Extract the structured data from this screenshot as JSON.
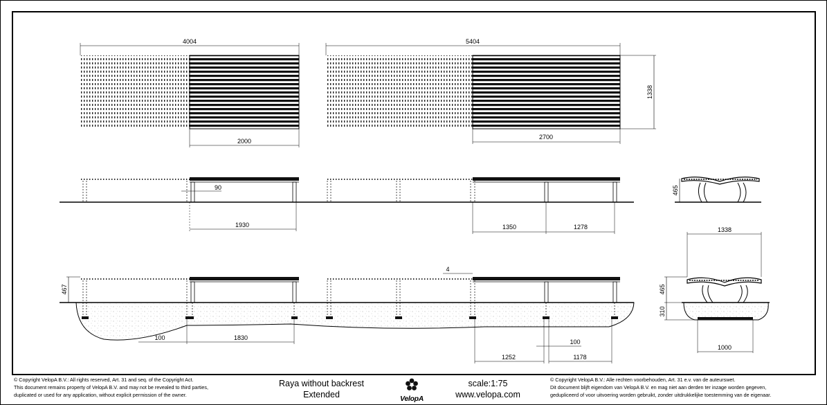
{
  "drawing": {
    "top_dims": {
      "total_a": "4004",
      "seat_a": "2000",
      "total_b": "5404",
      "seat_b": "2700",
      "depth": "1338"
    },
    "side_dims": {
      "leg_offset": "90",
      "span_a": "1930",
      "span_b1": "1350",
      "span_b2": "1278"
    },
    "end_view_dims": {
      "height": "465"
    },
    "foundation_dims": {
      "seat_height": "467",
      "plate": "4",
      "edge_a": "100",
      "span_a": "1830",
      "edge_b": "100",
      "span_b1": "1252",
      "span_b2": "1178"
    },
    "section_dims": {
      "width": "1338",
      "height": "465",
      "depth": "310",
      "base": "1000"
    }
  },
  "footer": {
    "copyright_en": [
      "© Copyright VelopA B.V.: All rights reserved, Art. 31 and seq. of the Copyright Act.",
      "This document remains property of VelopA B.V. and may not be revealed to third parties,",
      "duplicated or used for any application, without explicit permission of the owner."
    ],
    "title_line1": "Raya without backrest",
    "title_line2": "Extended",
    "brand": "VelopA",
    "scale": "scale:1:75",
    "website": "www.velopa.com",
    "copyright_nl": [
      "© Copyright VelopA B.V.: Alle rechten voorbehouden, Art. 31 e.v. van de auteurswet.",
      "Dit document blijft eigendom van VelopA B.V. en mag niet aan derden ter inzage worden gegeven,",
      "gedupliceerd of voor uitvoering worden gebruikt, zonder uitdrukkelijke toestemming van de eigenaar."
    ]
  },
  "icons": {
    "logo": "velopa-flower-logo"
  }
}
